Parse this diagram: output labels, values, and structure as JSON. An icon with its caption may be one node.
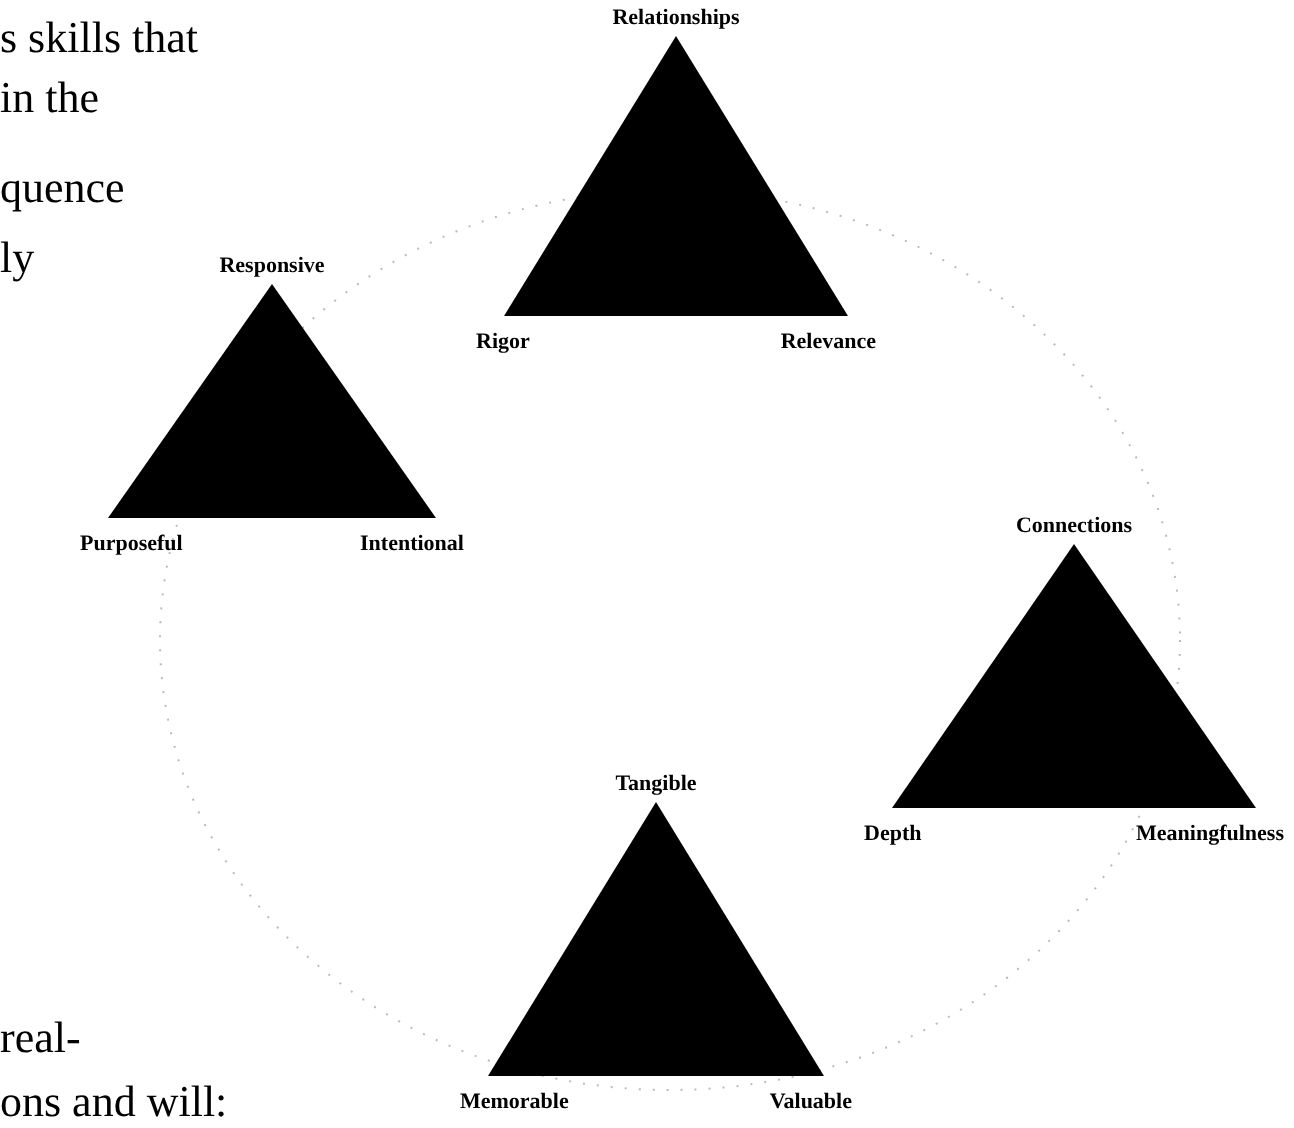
{
  "diagram": {
    "nodes": [
      {
        "text": [
          "Relationships",
          "Rigor",
          "Relevance"
        ]
      },
      {
        "text": [
          "Responsive",
          "Purposeful",
          "Intentional"
        ]
      },
      {
        "text": [
          "Connections",
          "Depth",
          "Meaningfulness"
        ]
      },
      {
        "text": [
          "Tangible",
          "Memorable",
          "Valuable"
        ]
      }
    ],
    "edges": [],
    "labels": [
      "s skills that",
      "in the",
      "quence",
      "ly",
      "real-",
      "ons and will:"
    ]
  }
}
